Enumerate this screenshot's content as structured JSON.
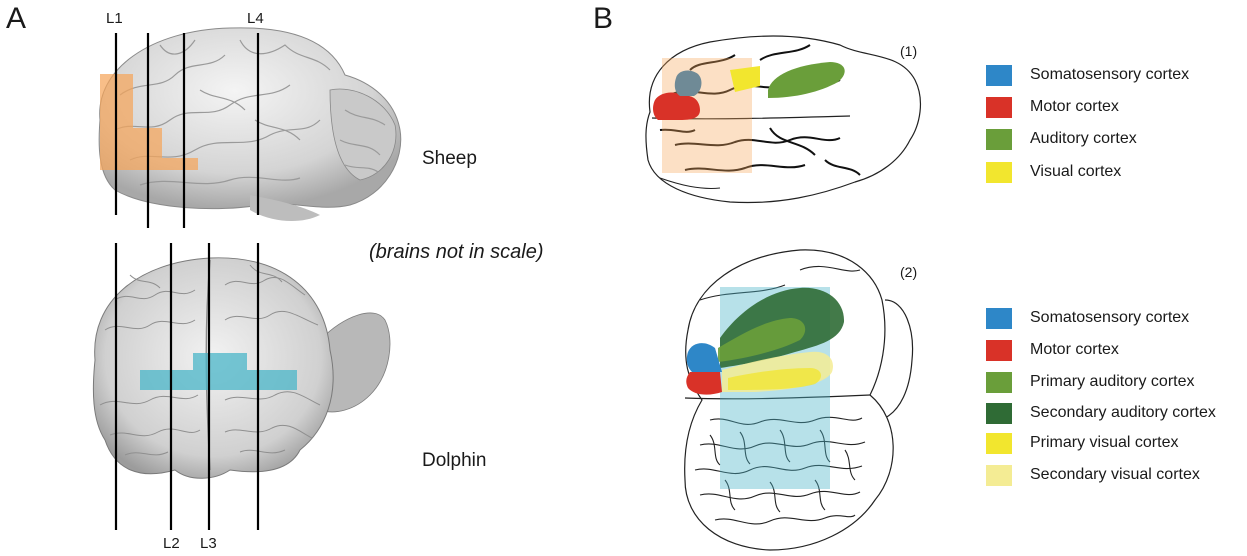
{
  "panelA": {
    "letter": "A",
    "line_labels": {
      "L1": "L1",
      "L2": "L2",
      "L3": "L3",
      "L4": "L4"
    },
    "sheep_label": "Sheep",
    "dolphin_label": "Dolphin",
    "scale_note": "(brains not in scale)",
    "colors": {
      "sheep_region": "#f5a55a",
      "dolphin_region": "#4ab5c8"
    }
  },
  "panelB": {
    "letter": "B",
    "sub1": "(1)",
    "sub2": "(2)",
    "legend1": [
      {
        "label": "Somatosensory cortex",
        "color": "#2e87c8"
      },
      {
        "label": "Motor cortex",
        "color": "#d93228"
      },
      {
        "label": "Auditory cortex",
        "color": "#6a9e3a"
      },
      {
        "label": "Visual cortex",
        "color": "#f2e62e"
      }
    ],
    "legend2": [
      {
        "label": "Somatosensory cortex",
        "color": "#2e87c8"
      },
      {
        "label": "Motor cortex",
        "color": "#d93228"
      },
      {
        "label": "Primary auditory cortex",
        "color": "#6a9e3a"
      },
      {
        "label": "Secondary auditory cortex",
        "color": "#2f6b35"
      },
      {
        "label": "Primary visual cortex",
        "color": "#f2e62e"
      },
      {
        "label": "Secondary visual cortex",
        "color": "#f4ec94"
      }
    ]
  }
}
